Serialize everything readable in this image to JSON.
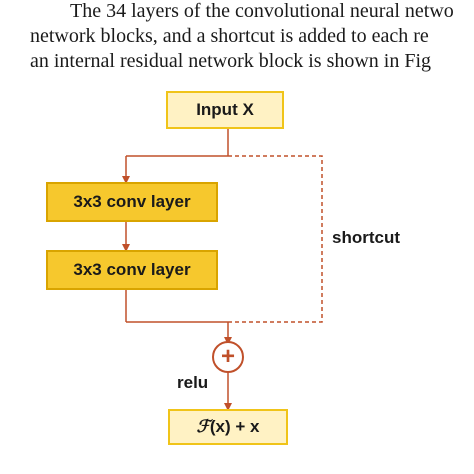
{
  "text": {
    "line1": "The 34 layers of the convolutional neural netwo",
    "line2": "network blocks, and a shortcut is added to each re",
    "line3": "an internal residual network block is shown in Fig"
  },
  "diagram": {
    "input_label": "Input   X",
    "conv1_label": "3x3 conv layer",
    "conv2_label": "3x3 conv layer",
    "shortcut_label": "shortcut",
    "relu_label": "relu",
    "add_symbol": "+",
    "output_label_fx": "ℱ",
    "output_label_rest": "(x)  +  x",
    "colors": {
      "input_fill": "#fff2c4",
      "conv_fill": "#f6c82d",
      "arrow": "#c0502a",
      "add_circle": "#c0502a"
    }
  }
}
